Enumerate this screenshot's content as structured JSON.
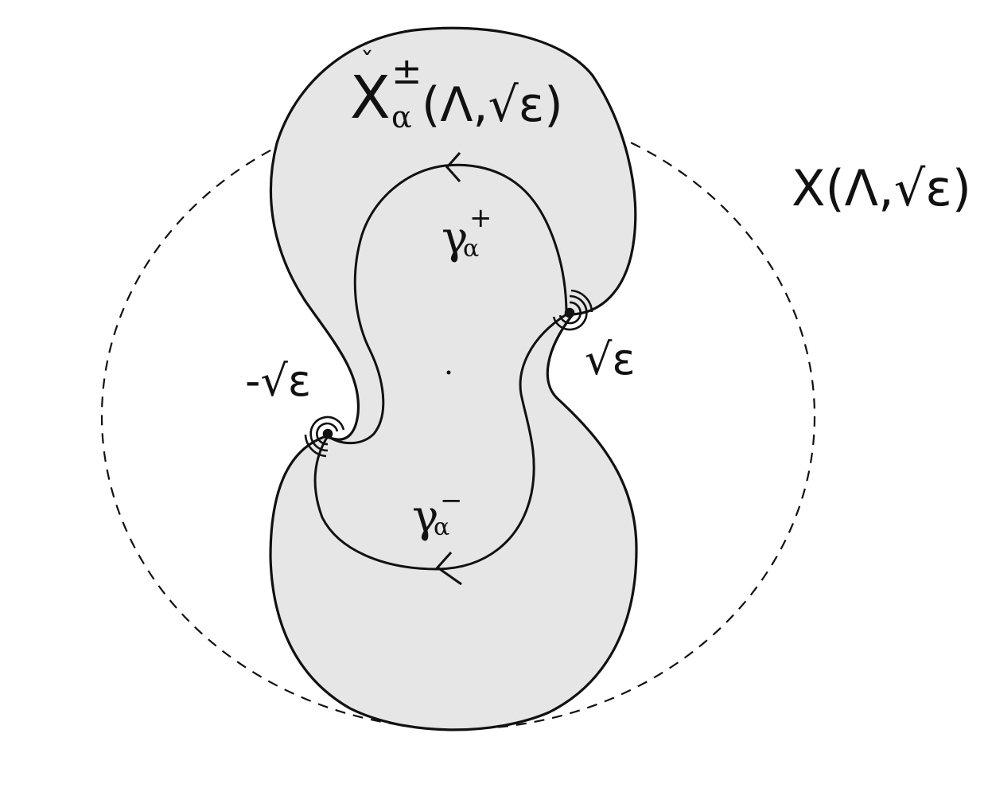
{
  "labels": {
    "outer_region": "X(Λ,√ε)",
    "inner_region_base": "X",
    "inner_region_check": "ˇ",
    "inner_region_sup": "±",
    "inner_region_sub": "α",
    "inner_region_args": "(Λ,√ε)",
    "point_pos": "√ε",
    "point_neg": "-√ε",
    "curve_plus_base": "γ",
    "curve_plus_sub": "α",
    "curve_plus_sup": "+",
    "curve_minus_base": "γ",
    "curve_minus_sub": "α",
    "curve_minus_sup": "−"
  },
  "colors": {
    "shaded_fill": "#e6e6e6",
    "stroke": "#111111",
    "background": "#ffffff"
  }
}
